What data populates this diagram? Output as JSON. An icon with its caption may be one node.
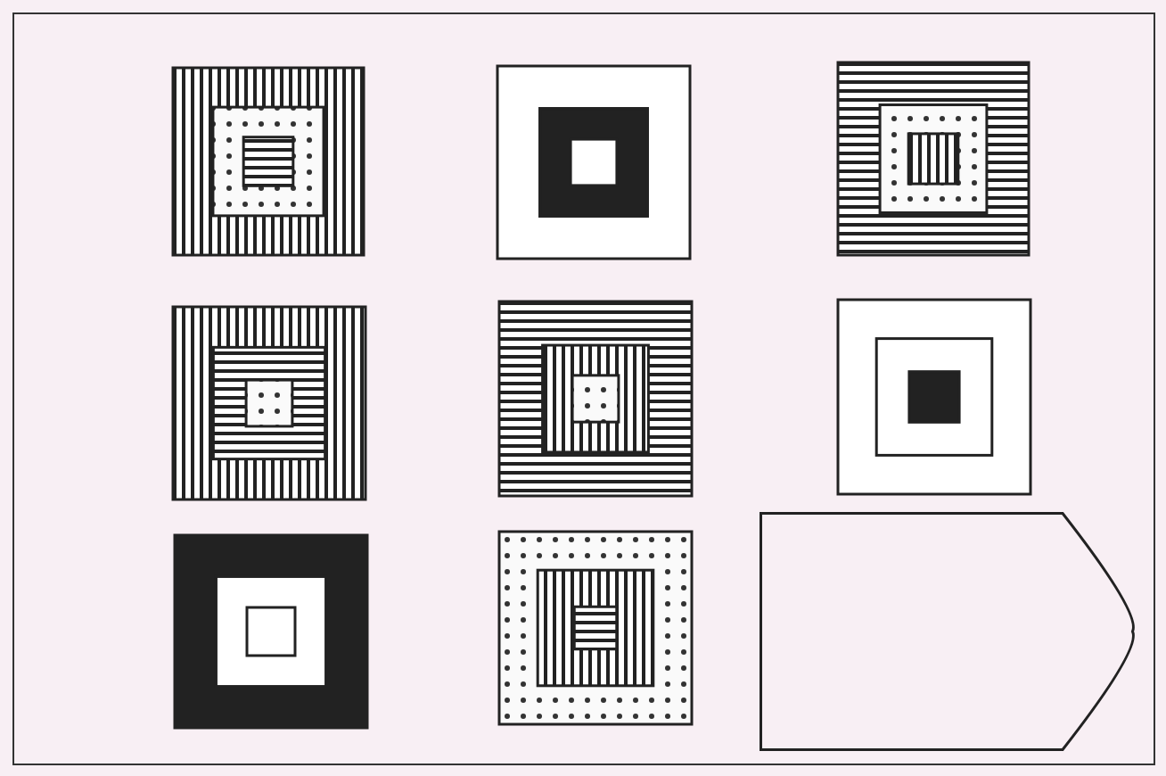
{
  "diagram": {
    "nodes": [
      {
        "text": [],
        "shape": "box"
      },
      {
        "text": [],
        "shape": "box"
      },
      {
        "text": [],
        "shape": "box"
      },
      {
        "text": [],
        "shape": "box"
      },
      {
        "text": [],
        "shape": "box"
      },
      {
        "text": [],
        "shape": "box"
      },
      {
        "text": [],
        "shape": "box"
      },
      {
        "text": [],
        "shape": "box"
      },
      {
        "text": [],
        "shape": "pentagon"
      }
    ]
  }
}
